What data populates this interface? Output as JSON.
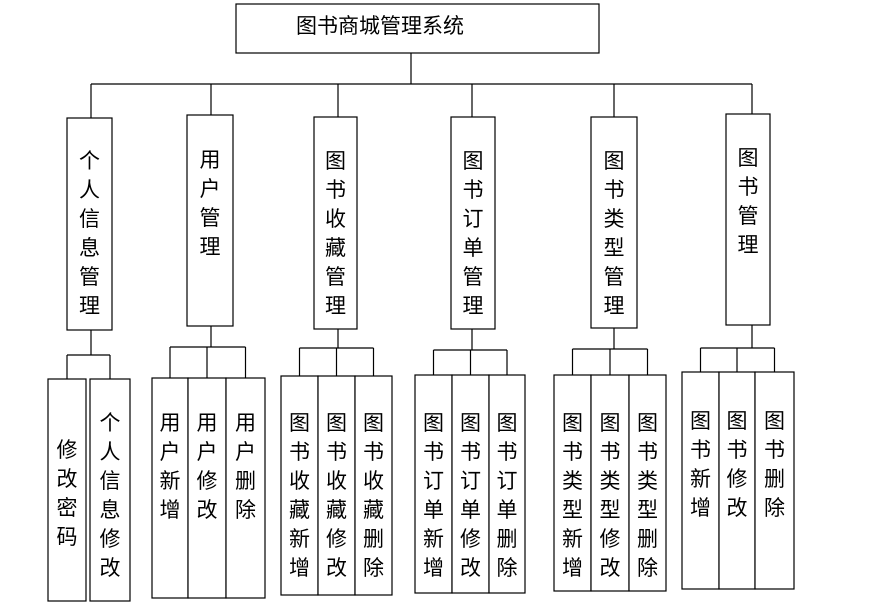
{
  "root": {
    "label": "图书商城管理系统"
  },
  "modules": [
    {
      "label": "个人信息管理",
      "children": [
        "修改密码",
        "个人信息修改"
      ]
    },
    {
      "label": "用户管理",
      "children": [
        "用户新增",
        "用户修改",
        "用户删除"
      ]
    },
    {
      "label": "图书收藏管理",
      "children": [
        "图书收藏新增",
        "图书收藏修改",
        "图书收藏删除"
      ]
    },
    {
      "label": "图书订单管理",
      "children": [
        "图书订单新增",
        "图书订单修改",
        "图书订单删除"
      ]
    },
    {
      "label": "图书类型管理",
      "children": [
        "图书类型新增",
        "图书类型修改",
        "图书类型删除"
      ]
    },
    {
      "label": "图书管理",
      "children": [
        "图书新增",
        "图书修改",
        "图书删除"
      ]
    }
  ]
}
